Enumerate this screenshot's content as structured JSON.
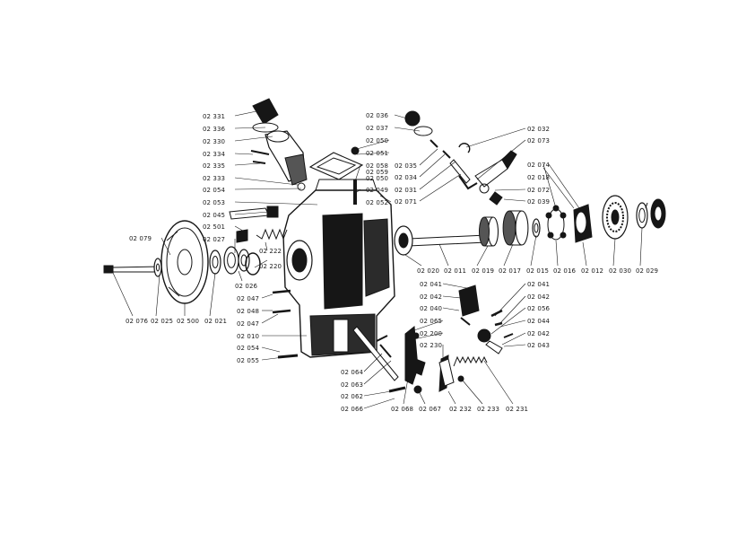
{
  "diagram": {
    "colors": {
      "ink": "#161616",
      "paper": "#ffffff",
      "shade": "#555555"
    },
    "labels": [
      {
        "id": "l1",
        "text": "02 331"
      },
      {
        "id": "l2",
        "text": "02 336"
      },
      {
        "id": "l3",
        "text": "02 330"
      },
      {
        "id": "l4",
        "text": "02 334"
      },
      {
        "id": "l5",
        "text": "02 335"
      },
      {
        "id": "l6",
        "text": "02 333"
      },
      {
        "id": "l7",
        "text": "02 054"
      },
      {
        "id": "l8",
        "text": "02 053"
      },
      {
        "id": "l9",
        "text": "02 045"
      },
      {
        "id": "l10",
        "text": "02 501"
      },
      {
        "id": "l11",
        "text": "02 079"
      },
      {
        "id": "l12",
        "text": "02 027"
      },
      {
        "id": "l13",
        "text": "02 222"
      },
      {
        "id": "l14",
        "text": "02 220"
      },
      {
        "id": "l15",
        "text": "02 026"
      },
      {
        "id": "l16",
        "text": "02 047"
      },
      {
        "id": "l17",
        "text": "02 048"
      },
      {
        "id": "l18",
        "text": "02 047"
      },
      {
        "id": "l19",
        "text": "02 010"
      },
      {
        "id": "l20",
        "text": "02 054"
      },
      {
        "id": "l21",
        "text": "02 055"
      },
      {
        "id": "l22",
        "text": "02 076"
      },
      {
        "id": "l23",
        "text": "02 025"
      },
      {
        "id": "l24",
        "text": "02 500"
      },
      {
        "id": "l25",
        "text": "02 021"
      },
      {
        "id": "l26",
        "text": "02 036"
      },
      {
        "id": "l27",
        "text": "02 037"
      },
      {
        "id": "l28",
        "text": "02 050"
      },
      {
        "id": "l29",
        "text": "02 051"
      },
      {
        "id": "l30",
        "text": "02 035"
      },
      {
        "id": "l31",
        "text": "02 034"
      },
      {
        "id": "l32",
        "text": "02 058"
      },
      {
        "id": "l33",
        "text": "02 059"
      },
      {
        "id": "l34",
        "text": "02 050"
      },
      {
        "id": "l35",
        "text": "02 031"
      },
      {
        "id": "l36",
        "text": "02 049"
      },
      {
        "id": "l37",
        "text": "02 071"
      },
      {
        "id": "l38",
        "text": "02 052"
      },
      {
        "id": "l39",
        "text": "02 032"
      },
      {
        "id": "l40",
        "text": "02 073"
      },
      {
        "id": "l41",
        "text": "02 074"
      },
      {
        "id": "l42",
        "text": "02 018"
      },
      {
        "id": "l43",
        "text": "02 072"
      },
      {
        "id": "l44",
        "text": "02 039"
      },
      {
        "id": "l45",
        "text": "02 020"
      },
      {
        "id": "l46",
        "text": "02 011"
      },
      {
        "id": "l47",
        "text": "02 019"
      },
      {
        "id": "l48",
        "text": "02 017"
      },
      {
        "id": "l49",
        "text": "02 015"
      },
      {
        "id": "l50",
        "text": "02 016"
      },
      {
        "id": "l51",
        "text": "02 012"
      },
      {
        "id": "l52",
        "text": "02 030"
      },
      {
        "id": "l53",
        "text": "02 029"
      },
      {
        "id": "l54",
        "text": "02 041"
      },
      {
        "id": "l55",
        "text": "02 042"
      },
      {
        "id": "l56",
        "text": "02 040"
      },
      {
        "id": "l57",
        "text": "02 065"
      },
      {
        "id": "l58",
        "text": "02 200"
      },
      {
        "id": "l59",
        "text": "02 230"
      },
      {
        "id": "l60",
        "text": "02 041"
      },
      {
        "id": "l61",
        "text": "02 042"
      },
      {
        "id": "l62",
        "text": "02 056"
      },
      {
        "id": "l63",
        "text": "02 044"
      },
      {
        "id": "l64",
        "text": "02 042"
      },
      {
        "id": "l65",
        "text": "02 043"
      },
      {
        "id": "l66",
        "text": "02 064"
      },
      {
        "id": "l67",
        "text": "02 063"
      },
      {
        "id": "l68",
        "text": "02 062"
      },
      {
        "id": "l69",
        "text": "02 066"
      },
      {
        "id": "l70",
        "text": "02 068"
      },
      {
        "id": "l71",
        "text": "02 067"
      },
      {
        "id": "l72",
        "text": "02 232"
      },
      {
        "id": "l73",
        "text": "02 233"
      },
      {
        "id": "l74",
        "text": "02 231"
      }
    ]
  }
}
